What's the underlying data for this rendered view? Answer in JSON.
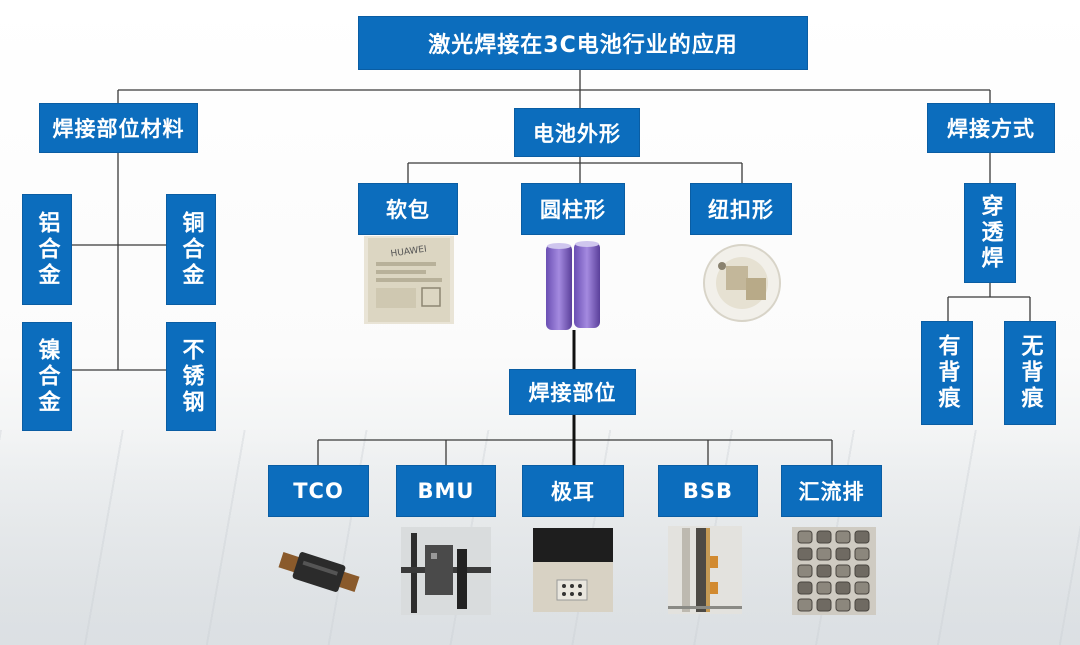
{
  "title": "激光焊接在3C电池行业的应用",
  "branches": {
    "materials": {
      "label": "焊接部位材料",
      "items": [
        "铝合金",
        "铜合金",
        "镍合金",
        "不锈钢"
      ]
    },
    "shape": {
      "label": "电池外形",
      "items": [
        "软包",
        "圆柱形",
        "纽扣形"
      ]
    },
    "method": {
      "label": "焊接方式",
      "sub": "穿透焊",
      "items": [
        "有背痕",
        "无背痕"
      ]
    }
  },
  "weld_position": {
    "label": "焊接部位",
    "items": [
      "TCO",
      "BMU",
      "极耳",
      "BSB",
      "汇流排"
    ]
  },
  "images": [
    "pouch-battery-photo",
    "cylindrical-battery-photo",
    "button-battery-photo",
    "tco-photo",
    "bmu-photo",
    "tab-photo",
    "bsb-photo",
    "busbar-photo"
  ],
  "colors": {
    "box": "#0c6dbd",
    "line": "#333333",
    "text": "#ffffff"
  }
}
